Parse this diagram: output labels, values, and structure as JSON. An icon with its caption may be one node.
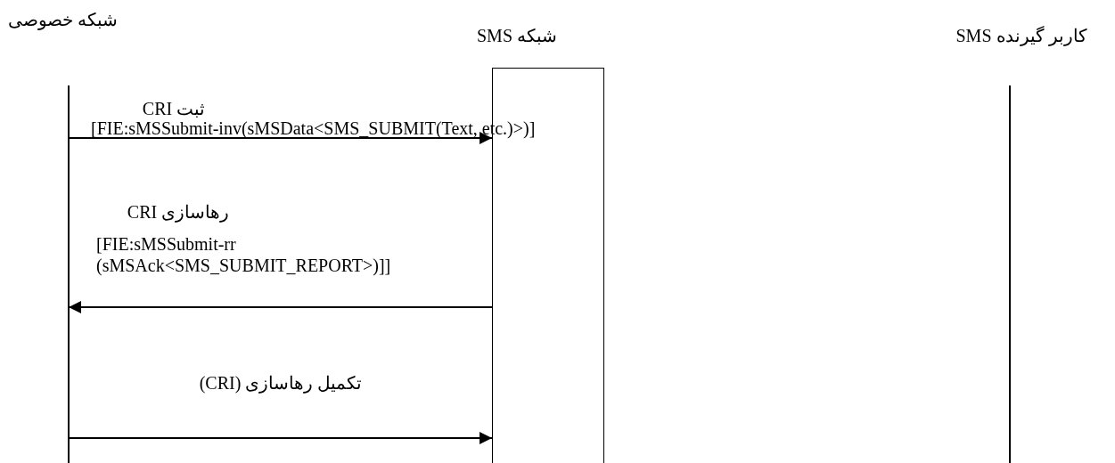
{
  "diagram": {
    "nodes": [
      {
        "text": [
          "شبکه خصوصی"
        ]
      },
      {
        "text": [
          "شبکه SMS"
        ]
      },
      {
        "text": [
          "کاربر گیرنده SMS"
        ]
      },
      {
        "text": [],
        "shape": "box"
      }
    ],
    "edges": [
      {
        "from": 0,
        "to": 3,
        "arrow": "to",
        "label": "ثبت CRI"
      },
      {
        "from": 3,
        "to": 0,
        "arrow": "to",
        "label": "رهاسازی CRI"
      },
      {
        "from": 0,
        "to": 3,
        "arrow": "to",
        "label": "تکمیل رهاسازی (CRI)"
      }
    ],
    "labels": [
      "[FIE:sMSSubmit-inv(sMSData<SMS_SUBMIT(Text, etc.)>)]",
      "[FIE:sMSSubmit-rr (sMSAck<SMS_SUBMIT_REPORT>)]]"
    ]
  }
}
